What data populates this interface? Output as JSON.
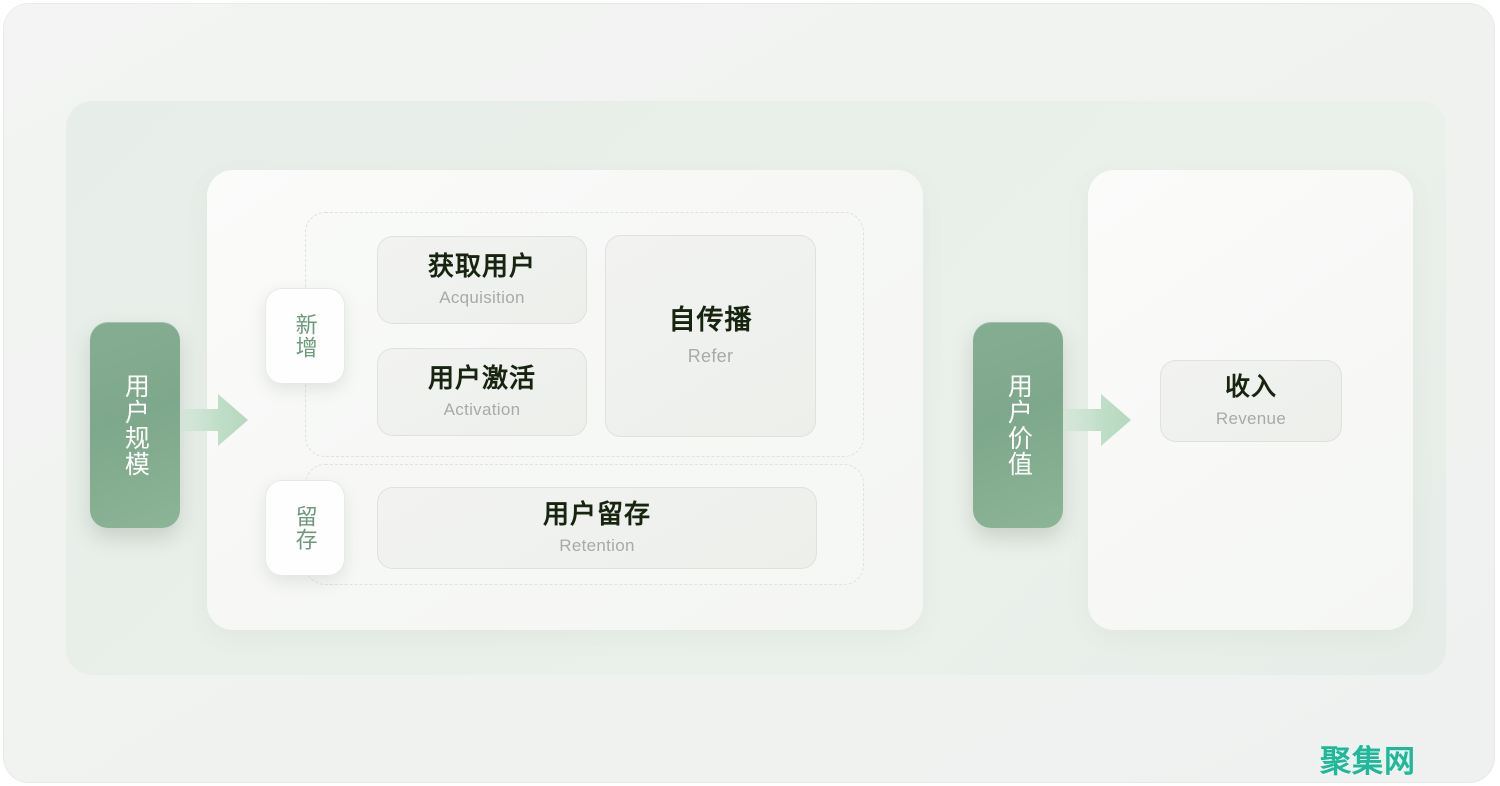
{
  "diagram": {
    "left_stage": {
      "label": "用户规模"
    },
    "right_stage": {
      "label": "用户价值"
    },
    "group_growth": {
      "pill_label": "新增"
    },
    "group_retention": {
      "pill_label": "留存"
    },
    "cards": {
      "acquisition": {
        "title": "获取用户",
        "subtitle": "Acquisition"
      },
      "activation": {
        "title": "用户激活",
        "subtitle": "Activation"
      },
      "refer": {
        "title": "自传播",
        "subtitle": "Refer"
      },
      "retention": {
        "title": "用户留存",
        "subtitle": "Retention"
      },
      "revenue": {
        "title": "收入",
        "subtitle": "Revenue"
      }
    },
    "arrows": {
      "left": "arrow-right-icon",
      "right": "arrow-right-icon"
    },
    "colors": {
      "stage_pill_green": "#7ea88b",
      "stage_label_green": "#6d9a7d",
      "card_title": "#17240f",
      "card_subtitle": "#a9aaa8",
      "arrow_fill": "#bedcc4",
      "panel_green": "#e7eee9",
      "watermark": "#1fb89a"
    }
  },
  "watermark": {
    "text": "聚集网"
  }
}
